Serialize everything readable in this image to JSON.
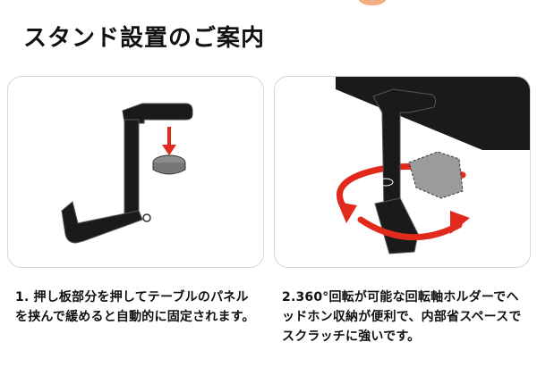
{
  "page": {
    "title": "スタンド設置のご案内"
  },
  "panels": [
    {
      "caption": "1. 押し板部分を押してテーブルのパネルを挟んで緩めると自動的に固定されます。"
    },
    {
      "caption": "2.360°回転が可能な回転軸ホルダーでヘッドホン収納が便利で、内部省スペースでスクラッチに強いです。"
    }
  ],
  "colors": {
    "accent_red": "#e12a1c",
    "stand_black": "#1a1a1a",
    "clamp_gray": "#8c8c8c",
    "border": "#d6d6d6"
  }
}
